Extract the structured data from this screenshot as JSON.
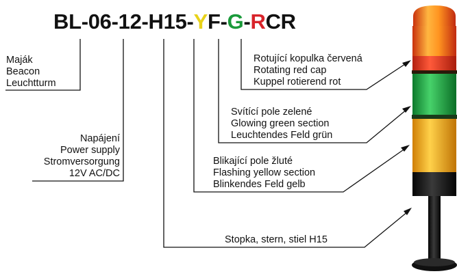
{
  "code": {
    "segments": [
      {
        "text": "BL-06-12-H15-",
        "color": "#111111"
      },
      {
        "text": "Y",
        "color": "#e8d21a"
      },
      {
        "text": "F-",
        "color": "#111111"
      },
      {
        "text": "G",
        "color": "#1a9a3a"
      },
      {
        "text": "-",
        "color": "#111111"
      },
      {
        "text": "R",
        "color": "#d8232a"
      },
      {
        "text": "CR",
        "color": "#111111"
      }
    ]
  },
  "labels": {
    "beacon": [
      "Maják",
      "Beacon",
      "Leuchtturm"
    ],
    "power": [
      "Napájení",
      "Power supply",
      "Stromversorgung",
      "12V AC/DC"
    ],
    "red_cap": [
      "Rotující kopulka červená",
      "Rotating red cap",
      "Kuppel rotierend rot"
    ],
    "green": [
      "Svítící pole zelené",
      "Glowing green section",
      "Leuchtendes Feld grün"
    ],
    "yellow": [
      "Blikající pole žluté",
      "Flashing yellow section",
      "Blinkendes Feld gelb"
    ],
    "stem": [
      "Stopka, stern, stiel H15"
    ]
  },
  "colors": {
    "red": "#e8321e",
    "orange_cap": "#f39a1c",
    "green": "#22a845",
    "yellow": "#f7b80f",
    "base": "#1a1a1a",
    "line": "#111111"
  }
}
